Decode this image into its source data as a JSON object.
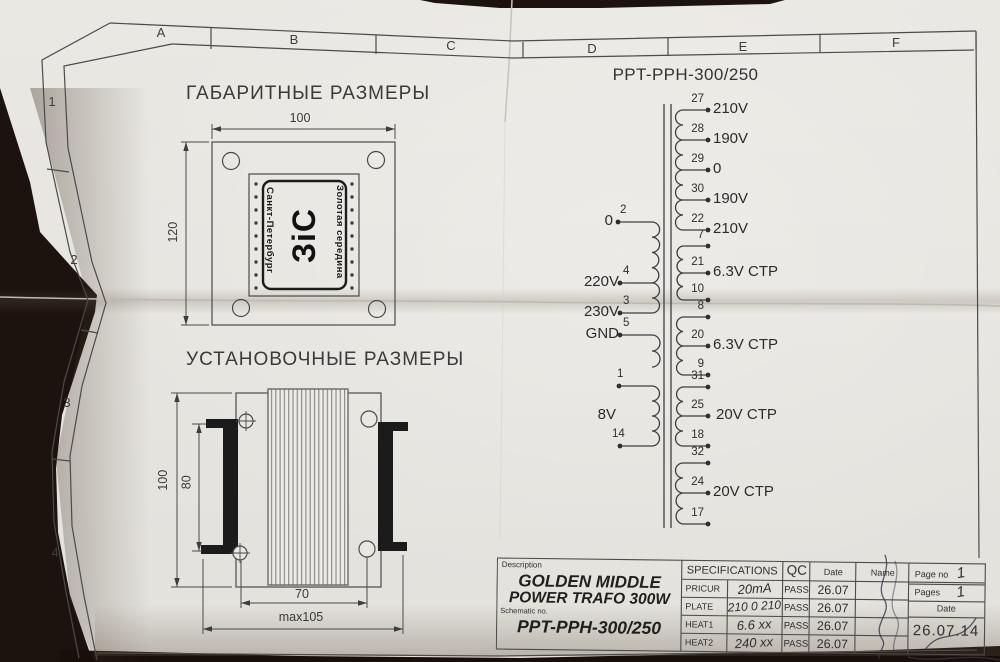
{
  "sheet": {
    "columns": [
      "A",
      "B",
      "C",
      "D",
      "E",
      "F"
    ],
    "rows": [
      "1",
      "2",
      "3",
      "4"
    ]
  },
  "overall_drawing": {
    "title": "ГАБАРИТНЫЕ РАЗМЕРЫ",
    "width_dim": "100",
    "height_dim": "120",
    "logo": {
      "center": "ЗіС",
      "left_text": "Санкт-Петербург",
      "right_text": "Золотая середина"
    }
  },
  "mounting_drawing": {
    "title": "УСТАНОВОЧНЫЕ РАЗМЕРЫ",
    "height_dim": "100",
    "window_dim": "80",
    "hole_dim": "70",
    "max_dim": "max105"
  },
  "schematic": {
    "title": "PPT-PPH-300/250",
    "primary_winding_label": "8V",
    "primary_pins": [
      {
        "pin": "2",
        "label": "0"
      },
      {
        "pin": "4",
        "label": "220V"
      },
      {
        "pin": "3",
        "label": "230V"
      },
      {
        "pin": "5",
        "label": "GND"
      },
      {
        "pin": "1",
        "label": ""
      },
      {
        "pin": "14",
        "label": ""
      }
    ],
    "secondary_pins": [
      {
        "pin": "27",
        "label": "210V"
      },
      {
        "pin": "28",
        "label": "190V"
      },
      {
        "pin": "29",
        "label": "0"
      },
      {
        "pin": "30",
        "label": "190V"
      },
      {
        "pin": "22",
        "label": "210V"
      },
      {
        "pin": "7",
        "label": ""
      },
      {
        "pin": "21",
        "label": "6.3V CTP"
      },
      {
        "pin": "10",
        "label": ""
      },
      {
        "pin": "8",
        "label": ""
      },
      {
        "pin": "20",
        "label": "6.3V CTP"
      },
      {
        "pin": "9",
        "label": ""
      },
      {
        "pin": "31",
        "label": ""
      },
      {
        "pin": "25",
        "label": "20V CTP"
      },
      {
        "pin": "18",
        "label": ""
      },
      {
        "pin": "32",
        "label": ""
      },
      {
        "pin": "24",
        "label": "20V CTP"
      },
      {
        "pin": "17",
        "label": ""
      }
    ]
  },
  "title_block": {
    "description_label": "Description",
    "product_line1": "GOLDEN MIDDLE",
    "product_line2": "POWER TRAFO 300W",
    "schematic_no_label": "Schematic no.",
    "schematic_no": "PPT-PPH-300/250",
    "spec_header": "SPECIFICATIONS",
    "qc_header": "QC",
    "date_header": "Date",
    "name_header": "Name",
    "rows": [
      {
        "param": "PRICUR",
        "value": "20mA",
        "qc": "PASS",
        "date": "26.07"
      },
      {
        "param": "PLATE",
        "value": "210 0 210",
        "qc": "PASS",
        "date": "26.07"
      },
      {
        "param": "HEAT1",
        "value": "6.6 xx",
        "qc": "PASS",
        "date": "26.07"
      },
      {
        "param": "HEAT2",
        "value": "240 xx",
        "qc": "PASS",
        "date": "26.07"
      }
    ],
    "page_no_label": "Page no",
    "page_no_value": "1",
    "pages_label": "Pages",
    "pages_value": "1",
    "date_label": "Date",
    "date_value": "26.07.14"
  }
}
